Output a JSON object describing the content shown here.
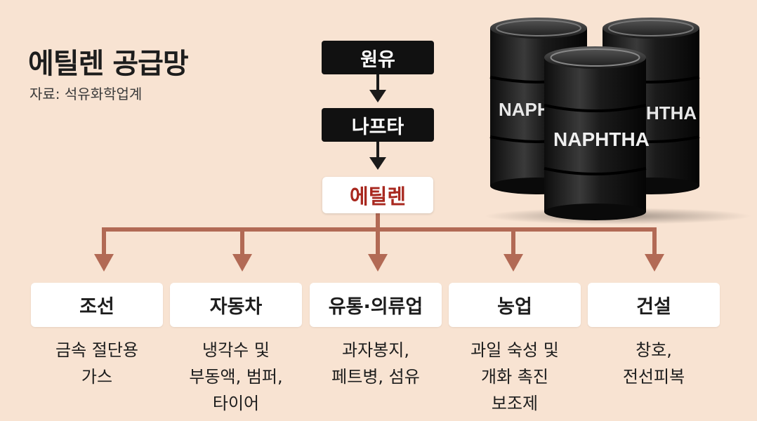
{
  "title": "에틸렌 공급망",
  "source": "자료: 석유화학업계",
  "flow": {
    "crude": "원유",
    "naphtha": "나프타",
    "ethylene": "에틸렌"
  },
  "barrels": {
    "label": "NAPHTHA",
    "label_partial": "HTHA"
  },
  "categories": [
    {
      "name": "조선",
      "uses": "금속 절단용\n가스"
    },
    {
      "name": "자동차",
      "uses": "냉각수 및\n부동액, 범퍼,\n타이어"
    },
    {
      "name": "유통·의류업",
      "uses": "과자봉지,\n페트병, 섬유"
    },
    {
      "name": "농업",
      "uses": "과일 숙성 및\n개화 촉진\n보조제"
    },
    {
      "name": "건설",
      "uses": "창호,\n전선피복"
    }
  ],
  "colors": {
    "background": "#f8e3d2",
    "arrow_dark": "#1a1a1a",
    "arrow_brown": "#b26a55",
    "ethylene_text": "#a8281f"
  }
}
